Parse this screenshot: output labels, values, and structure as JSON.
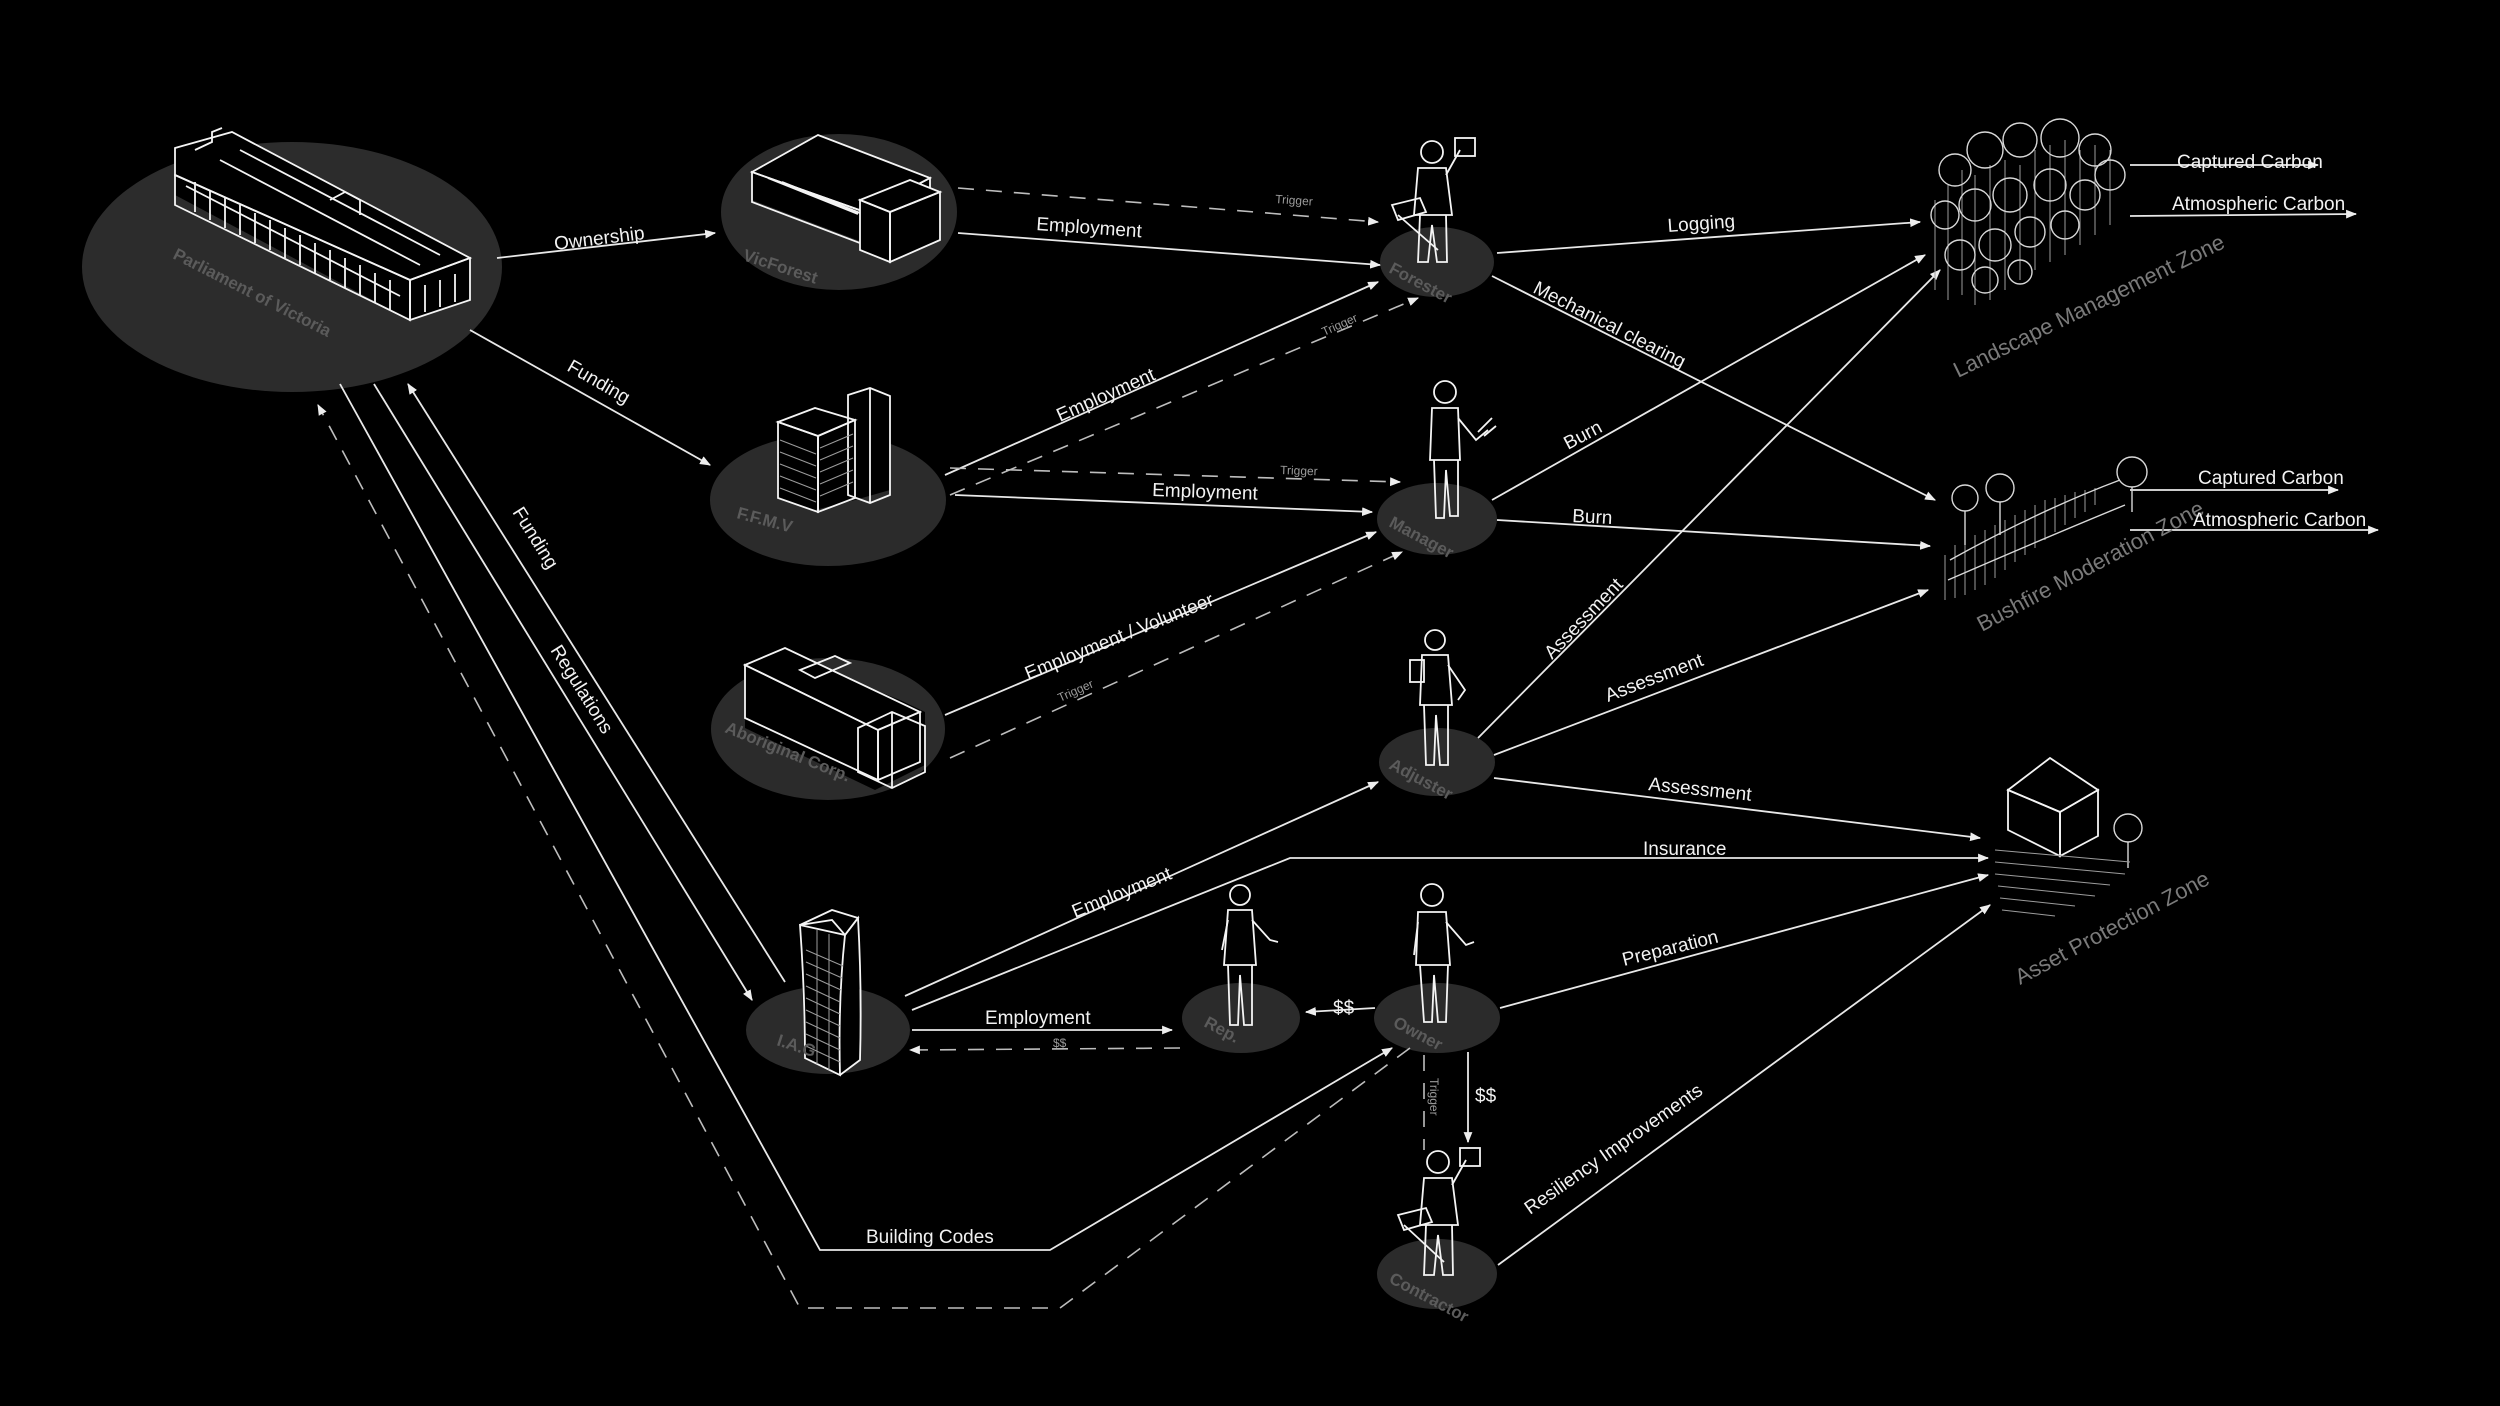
{
  "nodes": {
    "parliament": "Parliament of Victoria",
    "vicforest": "VicForest",
    "ffmv": "F.F.M.V",
    "aboriginal": "Aboriginal Corp.",
    "iag": "I.A.G",
    "forester": "Forester",
    "manager": "Manager",
    "adjuster": "Adjuster",
    "rep": "Rep.",
    "owner": "Owner",
    "contractor": "Contractor"
  },
  "zones": {
    "landscape": "Landscape Management Zone",
    "bushfire": "Bushfire Moderation Zone",
    "asset": "Asset Protection Zone"
  },
  "carbon": {
    "landscape_captured": "Captured Carbon",
    "landscape_atmospheric": "Atmospheric Carbon",
    "bushfire_captured": "Captured Carbon",
    "bushfire_atmospheric": "Atmospheric Carbon"
  },
  "edges": {
    "ownership": "Ownership",
    "funding_ffmv": "Funding",
    "funding_iag": "Funding",
    "regulations": "Regulations",
    "building_codes": "Building Codes",
    "vicforest_employment": "Employment",
    "vicforest_trigger": "Trigger",
    "ffmv_employment_forester": "Employment",
    "ffmv_trigger_forester": "Trigger",
    "ffmv_trigger_manager": "Trigger",
    "ffmv_employment_manager": "Employment",
    "aboriginal_employment": "Employment / Volunteer",
    "aboriginal_trigger": "Trigger",
    "logging": "Logging",
    "mechanical_clearing": "Mechanical clearing",
    "burn_landscape": "Burn",
    "burn_bushfire": "Burn",
    "assessment_landscape": "Assessment",
    "assessment_bushfire": "Assessment",
    "assessment_asset": "Assessment",
    "insurance": "Insurance",
    "iag_employment_adjuster": "Employment",
    "iag_employment_rep": "Employment",
    "rep_money": "$$",
    "owner_money_rep": "$$",
    "preparation": "Preparation",
    "owner_trigger": "Trigger",
    "owner_money_contractor": "$$",
    "resiliency": "Resiliency Improvements"
  },
  "icons": [
    "parliament-building",
    "vicforest-building",
    "ffmv-tower",
    "aboriginal-building",
    "iag-tower",
    "forester-figure",
    "manager-figure",
    "adjuster-figure",
    "rep-figure",
    "owner-figure",
    "contractor-figure",
    "forest-trees",
    "bushfire-trees",
    "house"
  ]
}
